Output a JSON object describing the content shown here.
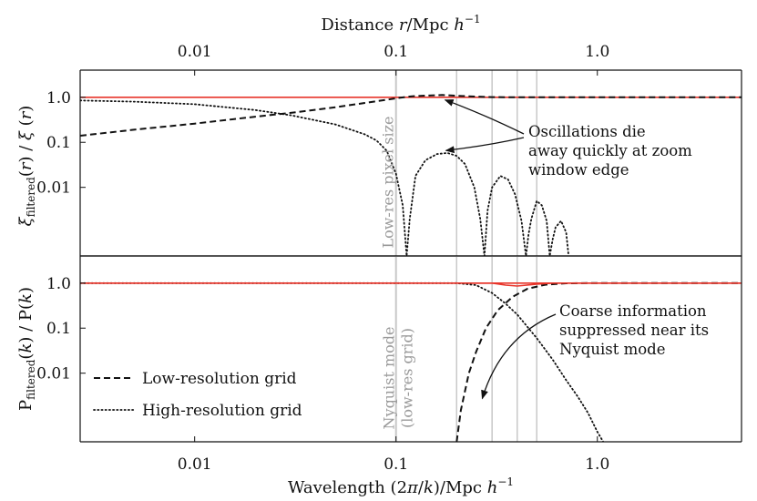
{
  "chart_data": {
    "type": "line",
    "x_scale": "log",
    "xlim": [
      0.0027,
      5.2
    ],
    "top_axis": {
      "label_parts": [
        "Distance ",
        "r",
        "/Mpc ",
        "h",
        "−1"
      ],
      "ticks": [
        0.01,
        0.1,
        1.0
      ],
      "tick_labels": [
        "0.01",
        "0.1",
        "1.0"
      ]
    },
    "bottom_axis": {
      "label_parts": [
        "Wavelength (2",
        "π",
        "/",
        "k",
        ")/Mpc ",
        "h",
        "−1"
      ],
      "ticks": [
        0.01,
        0.1,
        1.0
      ],
      "tick_labels": [
        "0.01",
        "0.1",
        "1.0"
      ]
    },
    "top_panel": {
      "ylabel_parts": [
        "ξ",
        "filtered",
        "(",
        "r",
        ") / ",
        "ξ",
        " (",
        "r",
        ")"
      ],
      "y_scale": "log",
      "ylim": [
        0.0003,
        4.0
      ],
      "yticks": [
        0.01,
        0.1,
        1.0
      ],
      "ytick_labels": [
        "0.01",
        "0.1",
        "1.0"
      ],
      "reference_line": 1.0,
      "vertical_lines": [
        0.1,
        0.2,
        0.3,
        0.4,
        0.5
      ],
      "vertical_label": "Low-res pixel size",
      "series": [
        {
          "style": "dashed",
          "x": [
            0.0027,
            0.005,
            0.01,
            0.02,
            0.03,
            0.05,
            0.07,
            0.09,
            0.1,
            0.12,
            0.15,
            0.17,
            0.2,
            0.25,
            0.3,
            0.4,
            0.5,
            5.2
          ],
          "y": [
            0.14,
            0.19,
            0.26,
            0.37,
            0.45,
            0.6,
            0.75,
            0.88,
            0.95,
            1.05,
            1.1,
            1.12,
            1.08,
            1.03,
            1.01,
            1.0,
            1.0,
            1.0
          ]
        },
        {
          "style": "dotted",
          "x": [
            0.0027,
            0.005,
            0.01,
            0.02,
            0.03,
            0.05,
            0.07,
            0.08,
            0.09,
            0.1,
            0.108,
            0.113,
            0.117,
            0.125,
            0.14,
            0.16,
            0.18,
            0.2,
            0.22,
            0.245,
            0.262,
            0.275,
            0.285,
            0.3,
            0.33,
            0.36,
            0.39,
            0.42,
            0.442,
            0.455,
            0.47,
            0.5,
            0.53,
            0.56,
            0.58,
            0.6,
            0.62,
            0.66,
            0.7,
            0.72
          ],
          "y": [
            0.85,
            0.8,
            0.7,
            0.52,
            0.4,
            0.25,
            0.15,
            0.11,
            0.065,
            0.02,
            0.004,
            0.0003,
            0.002,
            0.018,
            0.04,
            0.055,
            0.058,
            0.05,
            0.033,
            0.01,
            0.002,
            0.0003,
            0.003,
            0.01,
            0.018,
            0.015,
            0.007,
            0.0018,
            0.0003,
            0.0009,
            0.002,
            0.005,
            0.004,
            0.0018,
            0.0003,
            0.0007,
            0.0013,
            0.0018,
            0.001,
            0.0003
          ]
        }
      ]
    },
    "bottom_panel": {
      "ylabel_parts": [
        "P",
        "filtered",
        "(",
        "k",
        ") / P(",
        "k",
        ")"
      ],
      "y_scale": "log",
      "ylim": [
        0.0003,
        4.0
      ],
      "yticks": [
        0.01,
        0.1,
        1.0
      ],
      "ytick_labels": [
        "0.01",
        "0.1",
        "1.0"
      ],
      "reference_line": 1.0,
      "vertical_lines": [
        0.1,
        0.2,
        0.3,
        0.4,
        0.5
      ],
      "vertical_label_lines": [
        "Nyquist mode",
        "(low-res grid)"
      ],
      "series": [
        {
          "style": "dashed",
          "x": [
            0.2,
            0.21,
            0.23,
            0.25,
            0.28,
            0.32,
            0.38,
            0.45,
            0.55,
            0.7,
            0.9,
            5.2
          ],
          "y": [
            0.0003,
            0.0015,
            0.01,
            0.03,
            0.1,
            0.25,
            0.5,
            0.75,
            0.92,
            0.99,
            1.0,
            1.0
          ]
        },
        {
          "style": "dotted",
          "x": [
            0.0027,
            0.2,
            0.25,
            0.3,
            0.35,
            0.4,
            0.5,
            0.6,
            0.7,
            0.8,
            0.9,
            1.0,
            1.07
          ],
          "y": [
            1.0,
            1.0,
            0.9,
            0.6,
            0.35,
            0.2,
            0.06,
            0.02,
            0.007,
            0.003,
            0.0013,
            0.0005,
            0.0003
          ]
        },
        {
          "style": "solid-red",
          "x": [
            0.0027,
            0.3,
            0.32,
            0.35,
            0.4,
            0.5,
            0.6,
            5.2
          ],
          "y": [
            1.0,
            1.0,
            0.96,
            0.9,
            0.86,
            0.95,
            1.0,
            1.0
          ]
        }
      ]
    },
    "legend": {
      "placement": "bottom-left of lower panel",
      "entries": [
        {
          "label": "Low-resolution grid",
          "style": "dashed"
        },
        {
          "label": "High-resolution grid",
          "style": "dotted"
        }
      ]
    },
    "annotations": [
      {
        "lines": [
          "Oscillations die",
          "away quickly at zoom",
          "window edge"
        ],
        "arrows_to": [
          [
            0.17,
            1.1
          ],
          [
            0.17,
            0.06
          ]
        ],
        "panel": "top"
      },
      {
        "lines": [
          "Coarse information",
          "suppressed near its",
          "Nyquist mode"
        ],
        "arrows_to": [
          [
            0.26,
            0.003
          ]
        ],
        "panel": "bottom"
      }
    ],
    "colors": {
      "reference_line": "#e8352b",
      "vertical_lines": "#c8c8c8",
      "vertical_label": "#9a9a9a",
      "curves": "#111111"
    }
  }
}
